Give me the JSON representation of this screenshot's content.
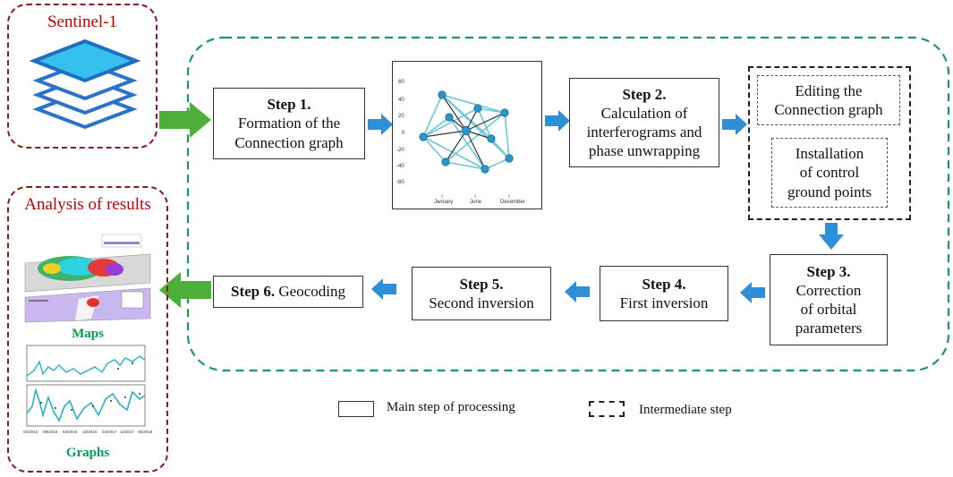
{
  "colors": {
    "green_frame": "#1a9a5a",
    "red_frame": "#8b1a1a",
    "arrow_blue": "#2f8fd6",
    "arrow_green": "#4caf3a",
    "title_red": "#c00000",
    "label_green": "#00a050",
    "graph_node": "#2b95c9",
    "graph_edge_light": "#6cc7da",
    "graph_edge_dark": "#333333"
  },
  "source": {
    "title": "Sentinel-1",
    "icon": "stacked-layers-icon"
  },
  "steps": {
    "step1": {
      "bold": "Step 1.",
      "text1": "Formation of the",
      "text2": "Connection graph"
    },
    "step2": {
      "bold": "Step 2.",
      "text1": "Calculation of",
      "text2": "interferograms and",
      "text3": "phase unwrapping"
    },
    "step3": {
      "bold": "Step 3.",
      "text1": "Correction",
      "text2": "of orbital",
      "text3": "parameters"
    },
    "step4": {
      "bold": "Step 4.",
      "text1": "First inversion"
    },
    "step5": {
      "bold": "Step 5.",
      "text1": "Second inversion"
    },
    "step6": {
      "bold": "Step 6.",
      "text1": "Geocoding"
    }
  },
  "intermediate": {
    "edit": {
      "line1": "Editing the",
      "line2": "Connection graph"
    },
    "install": {
      "line1": "Installation",
      "line2": "of control",
      "line3": "ground points"
    }
  },
  "graph": {
    "y_ticks": [
      "60",
      "40",
      "20",
      "0",
      "-20",
      "-40",
      "-60"
    ],
    "x_ticks": [
      "January",
      "June",
      "December"
    ]
  },
  "results": {
    "title": "Analysis  of results",
    "maps_label": "Maps",
    "graphs_label": "Graphs",
    "graph_x_ticks": [
      "02/2015",
      "08/2015",
      "03/2016",
      "10/2016",
      "04/2017",
      "11/2017",
      "05/2018"
    ]
  },
  "legend": {
    "main": "Main step of processing",
    "intermediate": "Intermediate step"
  }
}
